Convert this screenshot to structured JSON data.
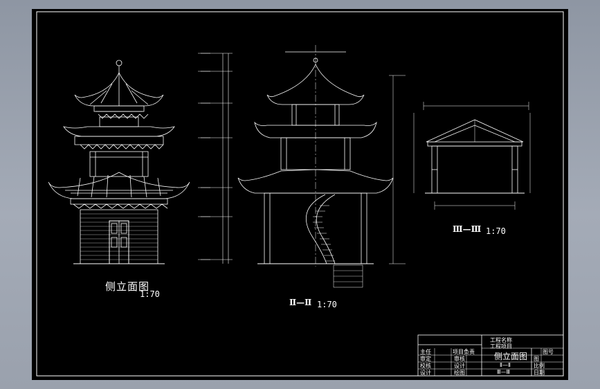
{
  "drawing": {
    "background_color": "#000000",
    "line_color": "#ffffff",
    "sheet_title": "侧立面图",
    "sheet_scale": "1:70",
    "section_1_label": "Ⅱ—Ⅱ",
    "section_1_scale": "1:70",
    "section_2_label": "Ⅲ—Ⅲ",
    "section_2_scale": "1:70"
  },
  "title_block": {
    "project_name": "工程名称",
    "sub_project": "工程项目",
    "drawing_name": "侧立面图",
    "view_1": "Ⅱ—Ⅱ",
    "view_2": "Ⅲ—Ⅲ",
    "drawing_number": "图号",
    "left_col": [
      "主任",
      "审定",
      "校核",
      "设计"
    ],
    "mid_col": [
      "项目负责",
      "审核",
      "设计",
      "绘图"
    ],
    "right_col": [
      "图",
      "比例",
      "日期"
    ]
  }
}
